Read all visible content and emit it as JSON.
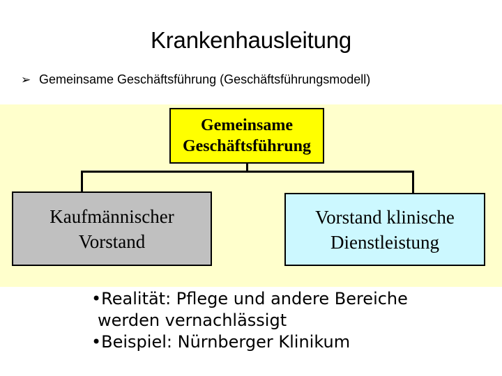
{
  "slide": {
    "title": "Krankenhausleitung",
    "intro_bullet": {
      "marker": "➢",
      "text": "Gemeinsame Geschäftsführung (Geschäftsführungsmodell)"
    },
    "org_chart": {
      "top_box": {
        "line1": "Gemeinsame",
        "line2": "Geschäftsführung",
        "fill": "#ffff00",
        "border": "#000000"
      },
      "left_box": {
        "line1": "Kaufmännischer",
        "line2": "Vorstand",
        "fill": "#c0c0c0",
        "border": "#000000"
      },
      "right_box": {
        "line1": "Vorstand klinische",
        "line2": "Dienstleistung",
        "fill": "#ccf8ff",
        "border": "#000000"
      },
      "panel_fill": "#ffffcc",
      "connector_color": "#000000"
    },
    "notes": {
      "line1": "•Realität: Pflege und andere Bereiche",
      "line2": "werden vernachlässigt",
      "line3": "•Beispiel: Nürnberger Klinikum"
    }
  }
}
